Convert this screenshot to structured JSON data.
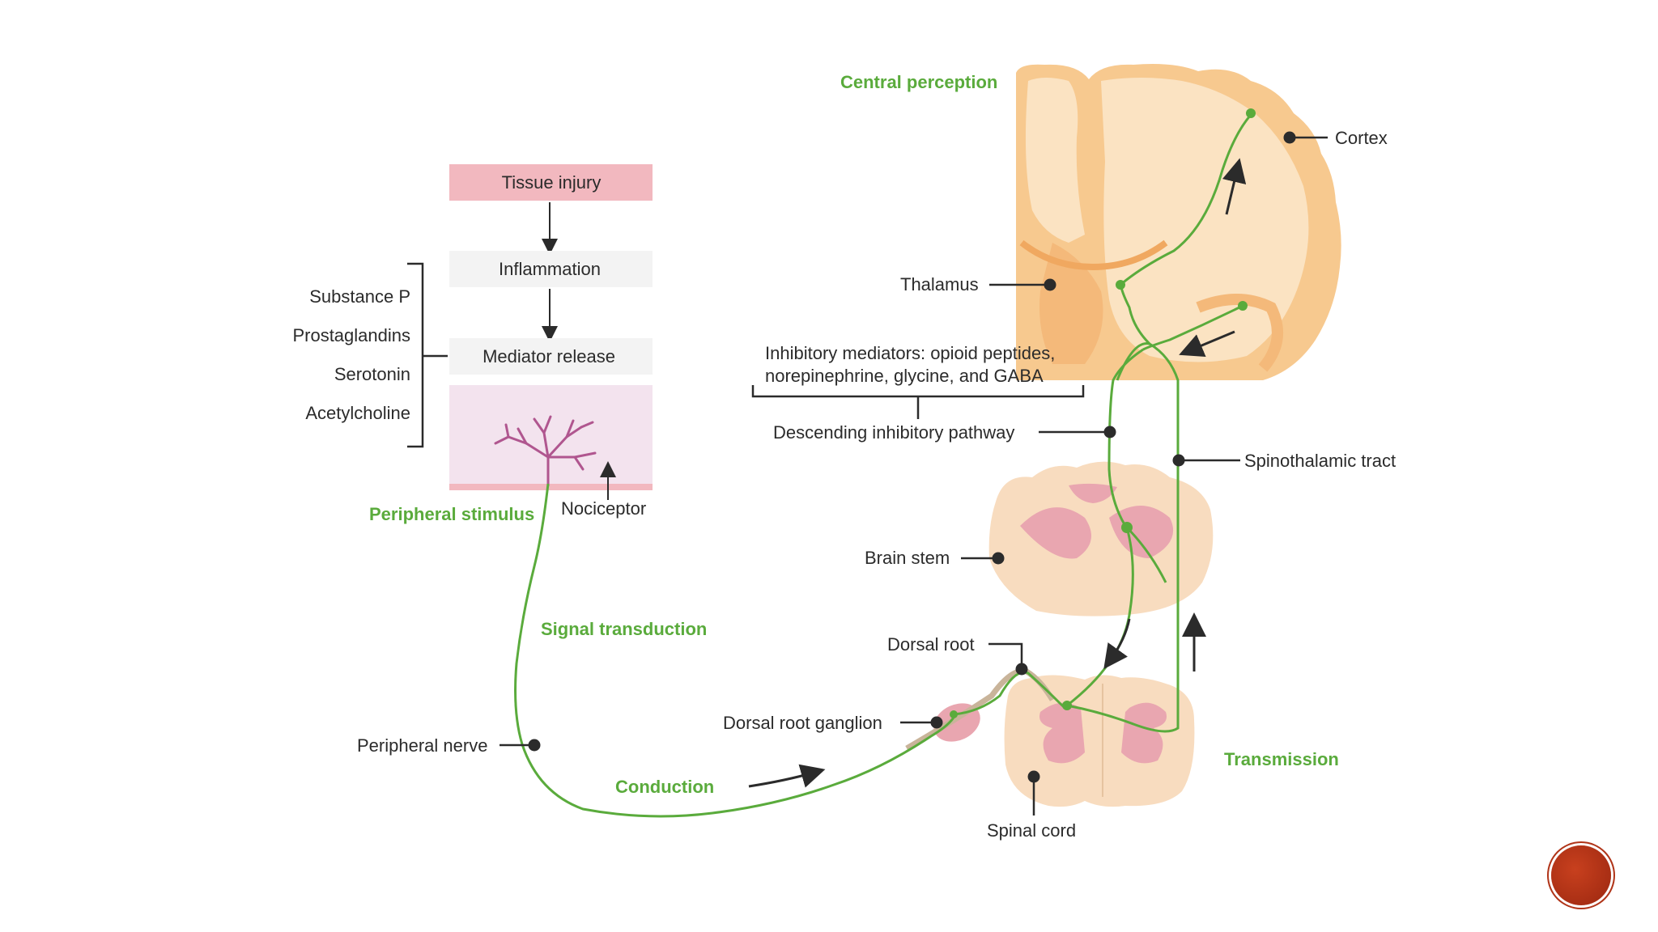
{
  "flow": {
    "tissue_injury": "Tissue injury",
    "inflammation": "Inflammation",
    "mediator_release": "Mediator release",
    "nociceptor": "Nociceptor",
    "peripheral_stimulus": "Peripheral stimulus"
  },
  "mediators": [
    "Substance P",
    "Prostaglandins",
    "Serotonin",
    "Acetylcholine"
  ],
  "stages": {
    "central_perception": "Central perception",
    "signal_transduction": "Signal transduction",
    "conduction": "Conduction",
    "transmission": "Transmission"
  },
  "labels": {
    "cortex": "Cortex",
    "thalamus": "Thalamus",
    "inhibitory_line1": "Inhibitory mediators: opioid peptides,",
    "inhibitory_line2": "norepinephrine, glycine, and GABA",
    "descending": "Descending inhibitory pathway",
    "spinothalamic": "Spinothalamic tract",
    "brain_stem": "Brain stem",
    "dorsal_root": "Dorsal root",
    "dorsal_root_ganglion": "Dorsal root ganglion",
    "peripheral_nerve": "Peripheral nerve",
    "spinal_cord": "Spinal cord"
  },
  "colors": {
    "pathway_green": "#5aab3c",
    "tissue_pink": "#f2b8bf",
    "brain_orange": "#f7c98f",
    "accent_red": "#b03418"
  }
}
